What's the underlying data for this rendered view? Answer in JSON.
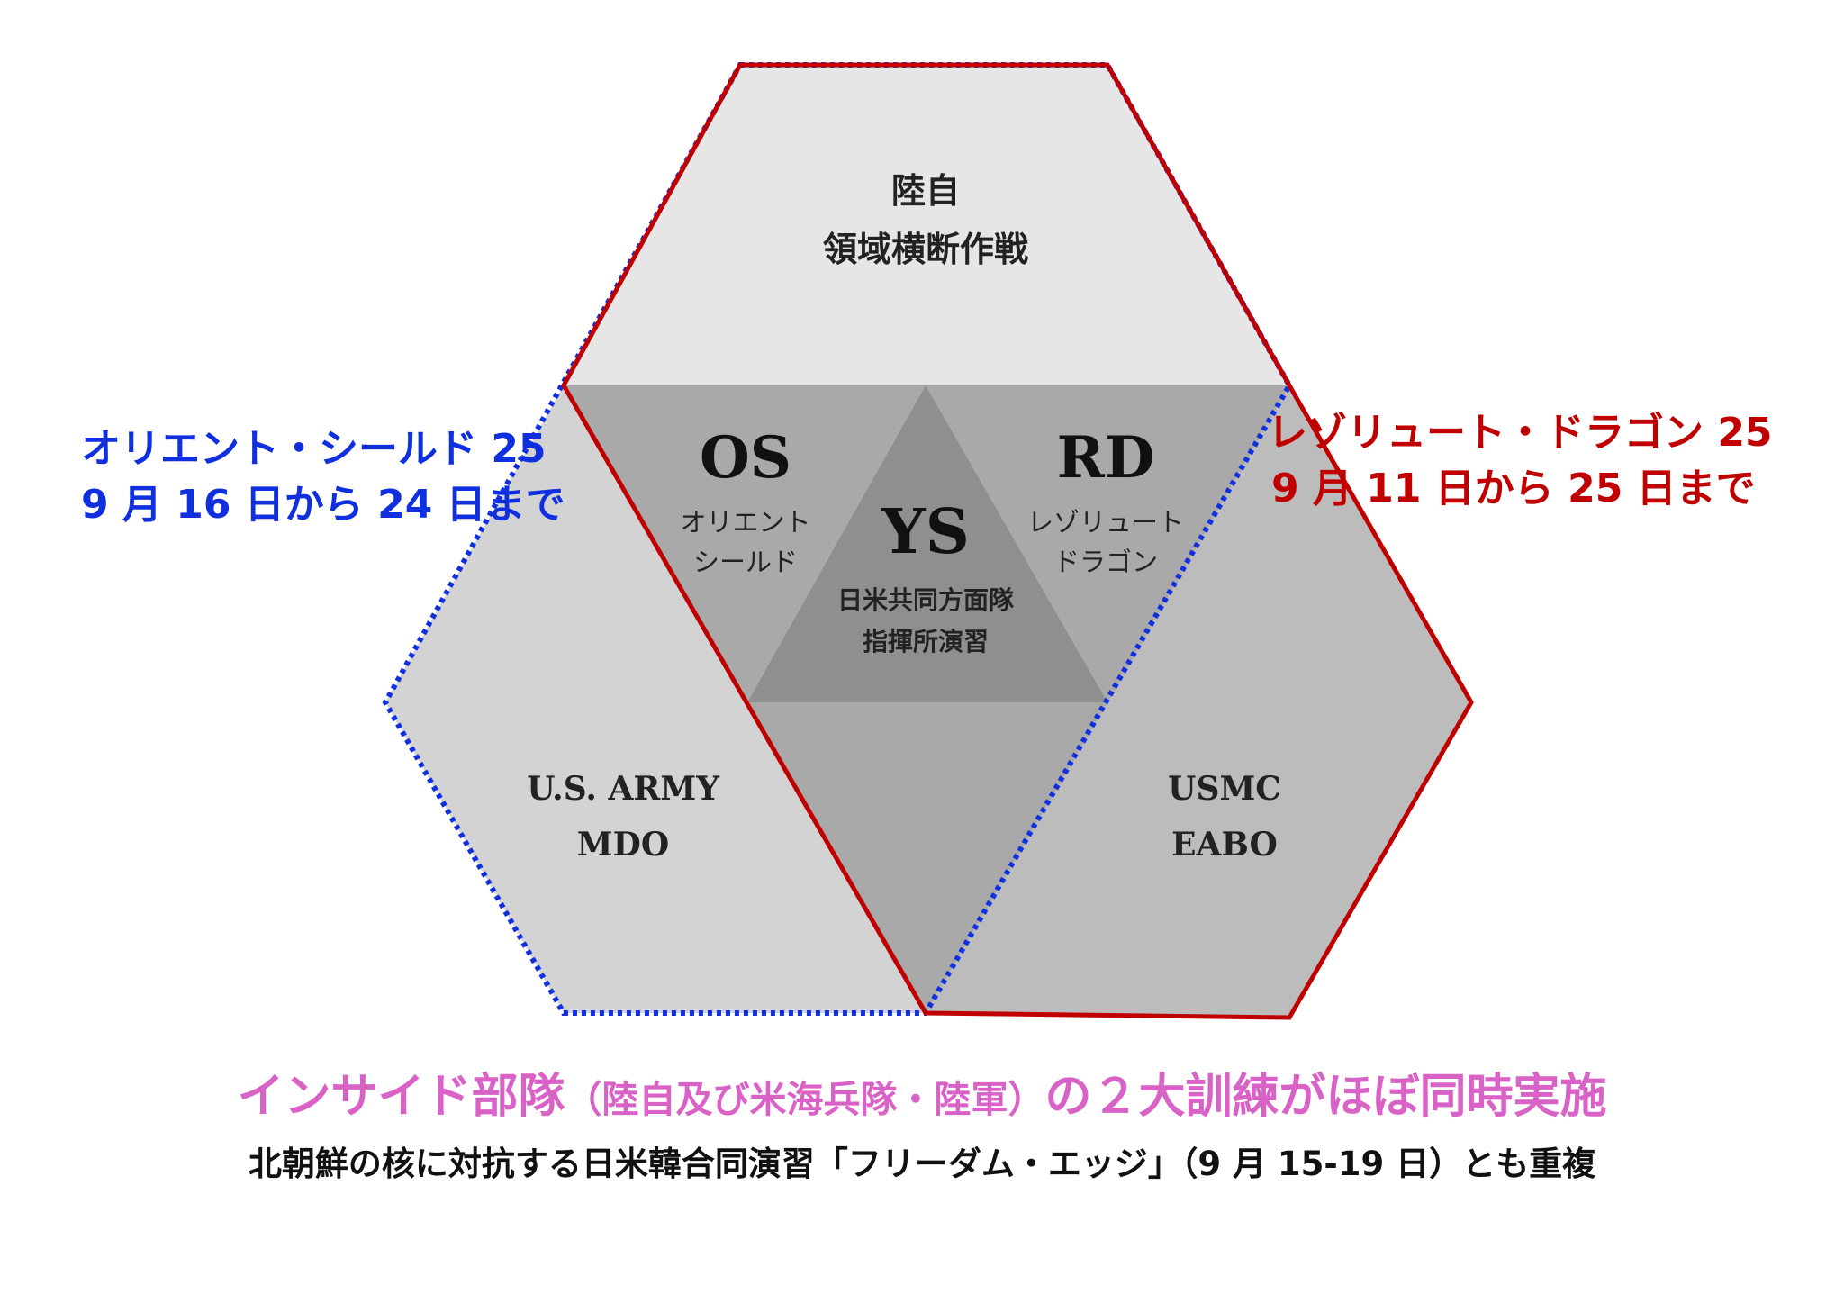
{
  "colors": {
    "os_blue": "#1030e0",
    "rd_red": "#c00000",
    "caption_pink": "#d962c6",
    "hex_top": "#e6e6e6",
    "hex_left": "#d3d3d3",
    "hex_right": "#bcbcbc",
    "overlap": "#a9a9a9",
    "center": "#8f8f8f"
  },
  "regions": {
    "top": {
      "line1": "陸自",
      "line2": "領域横断作戦"
    },
    "os": {
      "abbr": "OS",
      "line1": "オリエント",
      "line2": "シールド"
    },
    "rd": {
      "abbr": "RD",
      "line1": "レゾリュート",
      "line2": "ドラゴン"
    },
    "ys": {
      "abbr": "YS",
      "line1": "日米共同方面隊",
      "line2": "指揮所演習"
    },
    "left": {
      "line1": "U.S. ARMY",
      "line2": "MDO"
    },
    "right": {
      "line1": "USMC",
      "line2": "EABO"
    }
  },
  "exercises": {
    "os": {
      "name": "オリエント・シールド 25",
      "dates": "9 月 16 日から 24 日まで"
    },
    "rd": {
      "name": "レゾリュート・ドラゴン 25",
      "dates": "9 月 11 日から 25 日まで"
    }
  },
  "caption": {
    "main_a": "インサイド部隊",
    "main_paren": "（陸自及び米海兵隊・陸軍）",
    "main_b": "の２大訓練がほぼ同時実施",
    "sub": "北朝鮮の核に対抗する日米韓合同演習「フリーダム・エッジ」（9 月 15-19 日）とも重複"
  }
}
